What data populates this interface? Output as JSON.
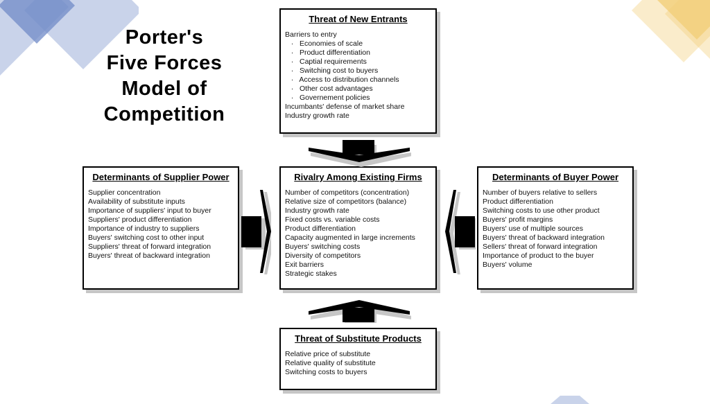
{
  "title": {
    "lines": [
      "Porter's",
      "Five Forces",
      "Model of",
      "Competition"
    ]
  },
  "boxes": {
    "new_entrants": {
      "title": "Threat of New Entrants",
      "lines": [
        "Barriers to entry",
        "   ·   Economies of scale",
        "   ·   Product differentiation",
        "   ·   Captial requirements",
        "   ·   Switching cost to buyers",
        "   ·   Access to distribution channels",
        "   ·   Other cost advantages",
        "   ·   Governement policies",
        "Incumbants' defense of market share",
        "Industry growth rate"
      ]
    },
    "supplier_power": {
      "title": "Determinants of Supplier Power",
      "lines": [
        "Supplier concentration",
        "Availability of substitute inputs",
        "Importance of suppliers' input to buyer",
        "Suppliers' product differentiation",
        "Importance of industry to suppliers",
        "Buyers' switching cost to other input",
        "Suppliers' threat of forward integration",
        "Buyers' threat of backward integration"
      ]
    },
    "rivalry": {
      "title": "Rivalry Among Existing Firms",
      "lines": [
        "Number of competitors (concentration)",
        "Relative size of competitors (balance)",
        "Industry growth rate",
        "Fixed costs vs. variable costs",
        "Product differentiation",
        "Capacity augmented in large increments",
        "Buyers' switching costs",
        "Diversity of competitors",
        "Exit barriers",
        "Strategic stakes"
      ]
    },
    "buyer_power": {
      "title": "Determinants of Buyer Power",
      "lines": [
        "Number of buyers relative to sellers",
        "Product differentiation",
        "Switching costs to use other product",
        "Buyers' profit margins",
        "Buyers' use of multiple sources",
        "Buyers' threat of backward integration",
        "Sellers' threat of forward integration",
        "Importance of product to the buyer",
        "Buyers' volume"
      ]
    },
    "substitutes": {
      "title": "Threat of Substitute Products",
      "lines": [
        "Relative price of substitute",
        "Relative quality of substitute",
        "Switching costs to buyers"
      ]
    }
  },
  "colors": {
    "deco_blue": "#728CC8",
    "deco_tan": "#F2CD76",
    "arrow": "#000000",
    "arrow_shadow": "#C6C6C6",
    "box_shadow": "#C6C6C6",
    "box_border": "#000000",
    "background": "#FFFFFF",
    "text": "#111111"
  }
}
